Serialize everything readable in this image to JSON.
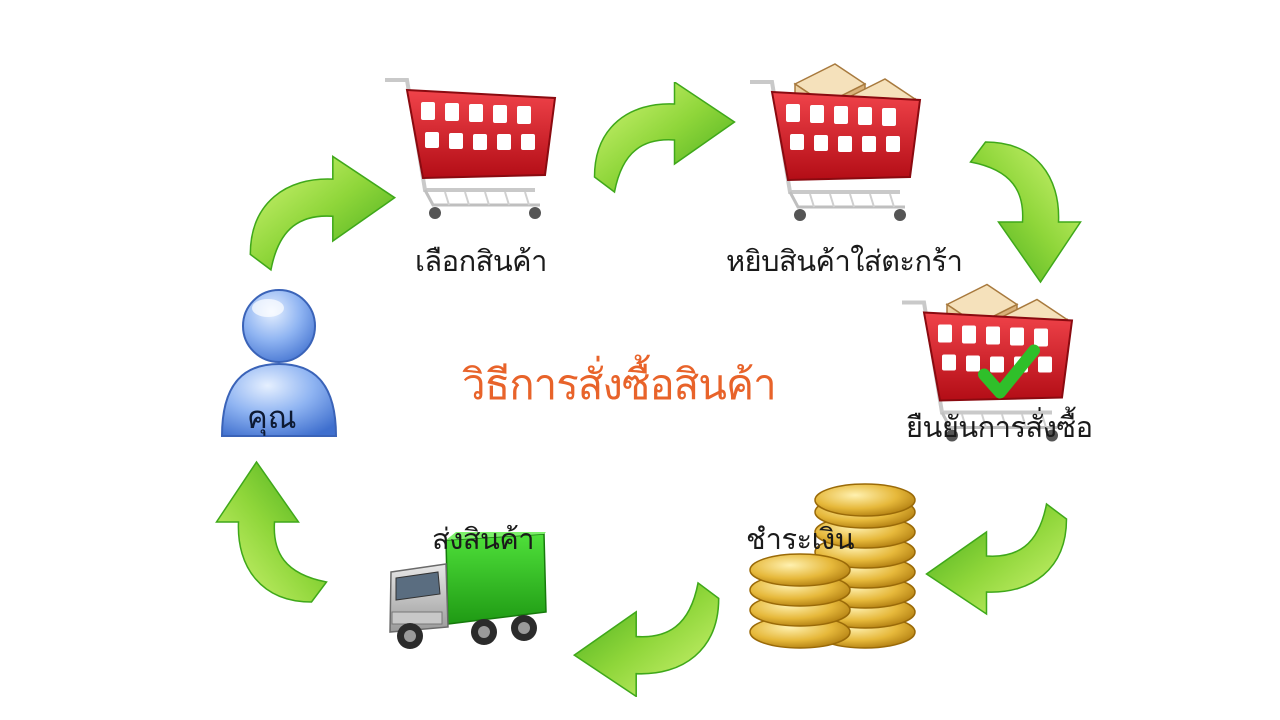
{
  "title": "วิธีการสั่งซื้อสินค้า",
  "colors": {
    "title": "#e8632a",
    "arrow_light": "#b8ec4e",
    "arrow_dark": "#3fa81a",
    "cart_red": "#d8141e",
    "user_blue": "#5b8fe6",
    "coin_gold": "#e0b236",
    "truck_green": "#2fbf1f"
  },
  "steps": [
    {
      "label": "คุณ",
      "icon": "user-icon"
    },
    {
      "label": "เลือกสินค้า",
      "icon": "empty-cart-icon"
    },
    {
      "label": "หยิบสินค้าใส่ตะกร้า",
      "icon": "filled-cart-icon"
    },
    {
      "label": "ยืนยันการสั่งซื้อ",
      "icon": "cart-check-icon"
    },
    {
      "label": "ชำระเงิน",
      "icon": "coins-icon"
    },
    {
      "label": "ส่งสินค้า",
      "icon": "truck-icon"
    }
  ]
}
